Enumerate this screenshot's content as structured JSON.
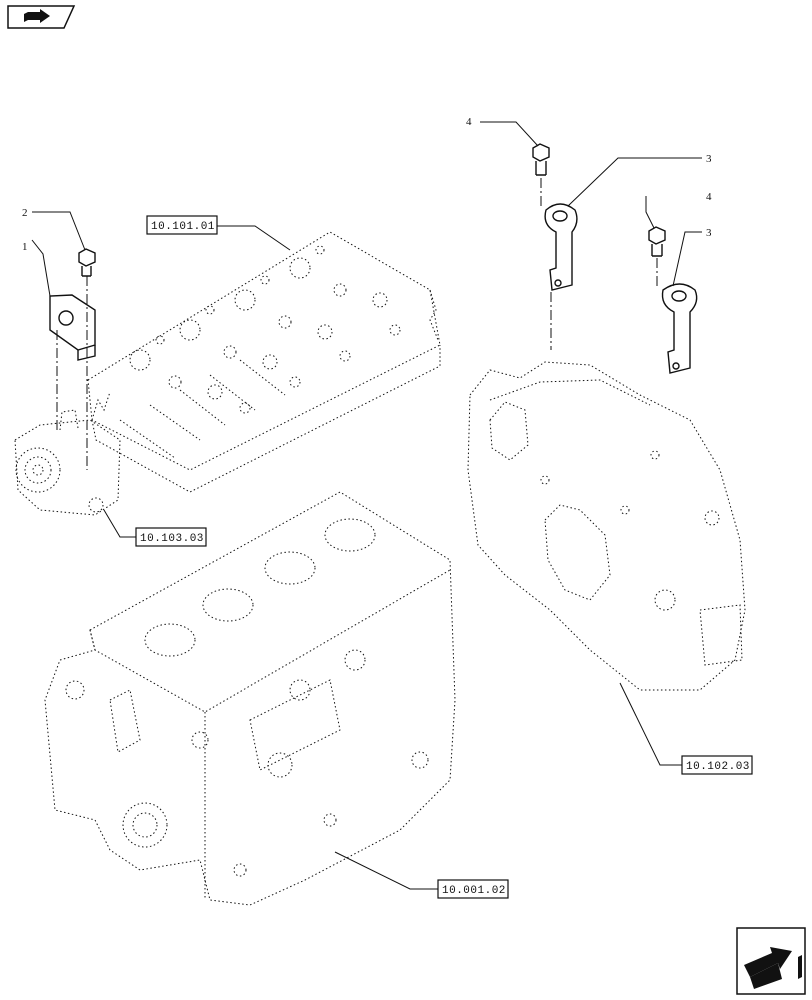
{
  "callouts": {
    "item1": "1",
    "item2": "2",
    "item3_upper": "3",
    "item3_lower": "3",
    "item4_upper": "4",
    "item4_lower": "4"
  },
  "references": {
    "cylinder_head": "10.101.01",
    "water_pump": "10.103.03",
    "flywheel_housing": "10.102.03",
    "engine_block": "10.001.02"
  },
  "navigation": {
    "top_icon": "book-arrow-icon",
    "bottom_icon": "next-page-arrow-icon"
  }
}
